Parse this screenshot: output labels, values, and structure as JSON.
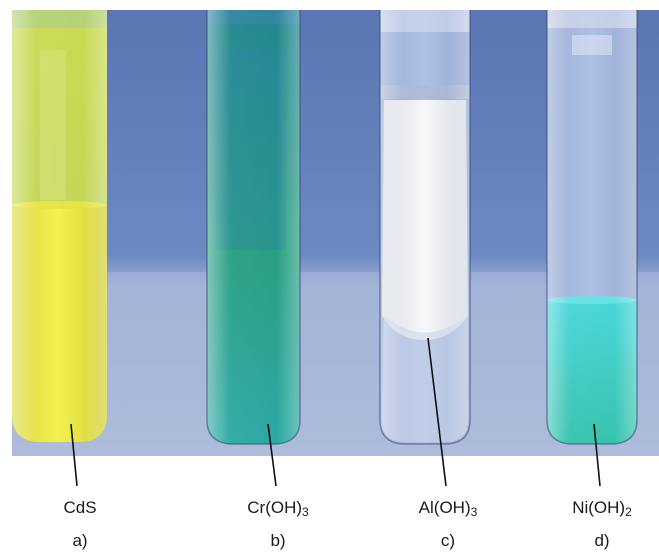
{
  "tubes": [
    {
      "formula": "CdS",
      "subscript": "",
      "letter": "a)",
      "precipitate_color": "#e9e635",
      "precipitate_name": "yellow-precipitate"
    },
    {
      "formula": "Cr(OH)",
      "subscript": "3",
      "letter": "b)",
      "precipitate_color": "#1f8f8a",
      "precipitate_name": "green-precipitate"
    },
    {
      "formula": "Al(OH)",
      "subscript": "3",
      "letter": "c)",
      "precipitate_color": "#eef0f2",
      "precipitate_name": "white-precipitate"
    },
    {
      "formula": "Ni(OH)",
      "subscript": "2",
      "letter": "d)",
      "precipitate_color": "#3cd0c8",
      "precipitate_name": "cyan-precipitate"
    }
  ],
  "colors": {
    "background_blue": "#5f7fb8",
    "background_light": "#a9b8da"
  }
}
